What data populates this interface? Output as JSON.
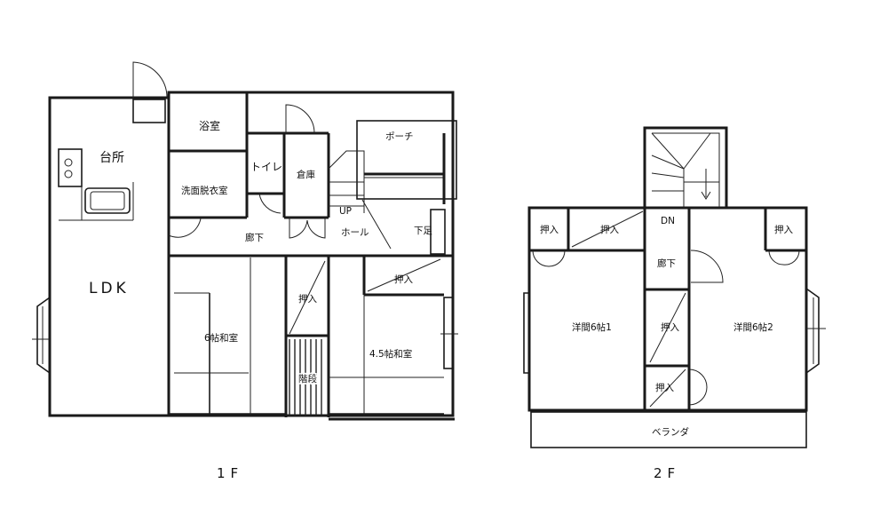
{
  "floor1": {
    "caption": "1F",
    "rooms": {
      "kitchen": "台所",
      "bathroom": "浴室",
      "washroom": "洗面脱衣室",
      "toilet": "トイレ",
      "storage": "倉庫",
      "porch": "ポーチ",
      "up": "UP",
      "hall": "ホール",
      "shoe_box": "下足",
      "corridor": "廊下",
      "ldk": "LDK",
      "closet_a": "押入",
      "closet_b": "押入",
      "tatami6": "6帖和室",
      "tatami45": "4.5帖和室",
      "stairs": "階段"
    }
  },
  "floor2": {
    "caption": "2F",
    "rooms": {
      "closet_left": "押入",
      "closet_mid": "押入",
      "dn": "DN",
      "closet_right": "押入",
      "corridor": "廊下",
      "western1": "洋間6帖1",
      "western2": "洋間6帖2",
      "closet_center": "押入",
      "closet_bottom": "押入",
      "veranda": "ベランダ"
    }
  }
}
